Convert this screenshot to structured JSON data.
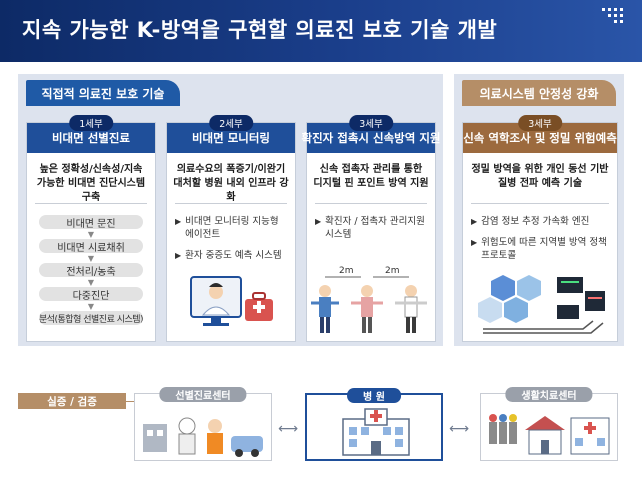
{
  "header": {
    "title": "지속 가능한 K-방역을 구현할 의료진 보호 기술 개발"
  },
  "left_panel": {
    "tab": "직접적 의료진 보호 기술",
    "cards": [
      {
        "badge": "1세부",
        "title": "비대면 선별진료",
        "desc_line1": "높은 정확성/신속성/지속",
        "desc_line2": "가능한 비대면 진단시스템 구축",
        "steps": [
          "비대면 문진",
          "비대면 시료채취",
          "전처리/농축",
          "다중진단",
          "분석(통합형 선별진료 시스템)"
        ]
      },
      {
        "badge": "2세부",
        "title": "비대면 모니터링",
        "desc_line1": "의료수요의 폭증기/이완기",
        "desc_line2": "대처할 병원 내외 인프라 강화",
        "bullets": [
          "비대면 모니터링 지능형 에이전트",
          "환자 중증도 예측 시스템"
        ]
      },
      {
        "badge": "3세부",
        "title": "확진자 접촉시 신속방역 지원",
        "desc_line1": "신속 접촉자 관리를 통한",
        "desc_line2": "디지털 핀 포인트 방역 지원",
        "bullets": [
          "확진자 / 접촉자 관리지원 시스템"
        ],
        "distance_label_1": "2m",
        "distance_label_2": "2m"
      }
    ]
  },
  "right_panel": {
    "tab": "의료시스템 안정성 강화",
    "card": {
      "badge": "3세부",
      "title": "신속 역학조사 및 정밀 위험예측",
      "desc_line1": "정밀 방역을 위한 개인 동선 기반",
      "desc_line2": "질병 전파 예측 기술",
      "bullets": [
        "감염 정보 추정 가속화 엔진",
        "위험도에 따른 지역별 방역 정책 프로토콜"
      ]
    }
  },
  "bottom": {
    "label": "실증 / 검증",
    "facilities": [
      {
        "label": "선별진료센터"
      },
      {
        "label": "병 원"
      },
      {
        "label": "생활치료센터"
      }
    ]
  },
  "colors": {
    "navy": "#0d2a66",
    "blue": "#1f4f9a",
    "brown": "#b58e67",
    "panel": "#dde3ee"
  }
}
